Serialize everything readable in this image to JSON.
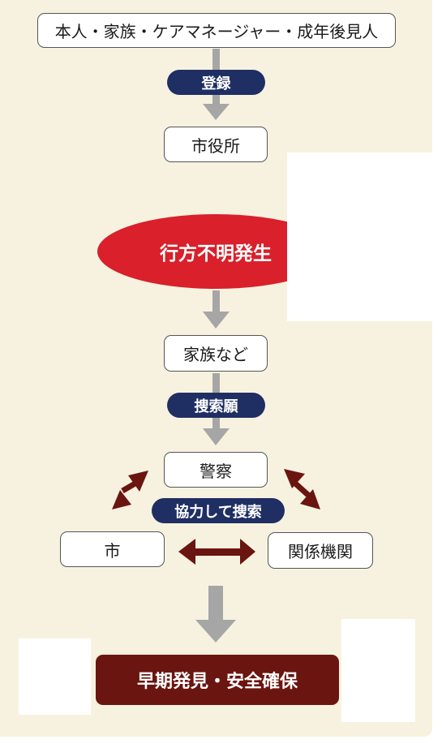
{
  "nodes": {
    "top": "本人・家族・ケアマネージャー・成年後見人",
    "city_office": "市役所",
    "missing": "行方不明発生",
    "family": "家族など",
    "police": "警察",
    "city": "市",
    "agencies": "関係機関",
    "result": "早期発見・安全確保"
  },
  "labels": {
    "register": "登録",
    "search_request": "捜索願",
    "cooperate": "協力して捜索"
  },
  "colors": {
    "background": "#f7f2df",
    "navy": "#1f2f63",
    "red": "#d9202b",
    "dark_red": "#6b1510",
    "gray_arrow": "#a6a6a6"
  }
}
